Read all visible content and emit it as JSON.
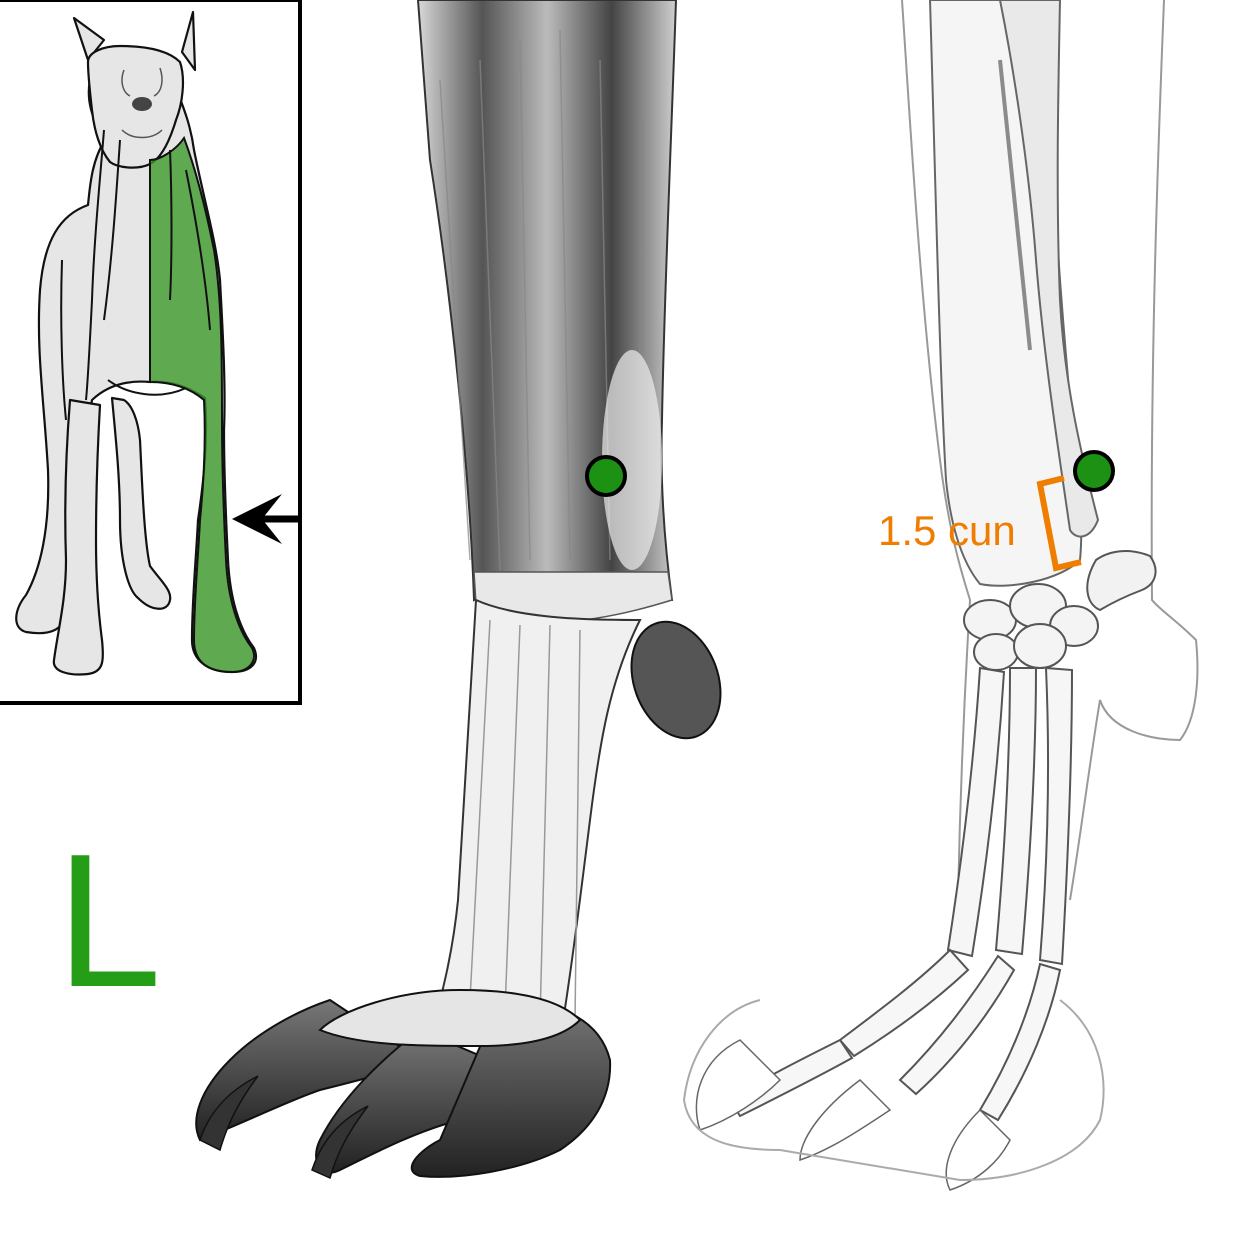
{
  "measurement": {
    "label": "1.5 cun"
  },
  "side_indicator": {
    "letter": "L"
  },
  "colors": {
    "highlight": "#3d9a2b",
    "point": "#1c9114",
    "measure": "#ee7d00",
    "letter": "#259d16",
    "outline": "#000000"
  },
  "icons": {
    "pointer": "arrow-left-icon",
    "acupoint": "green-dot-marker"
  }
}
